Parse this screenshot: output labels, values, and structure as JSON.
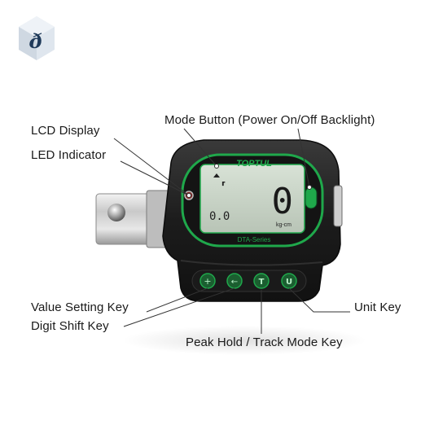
{
  "logo": {
    "icon": "hexagon-dl-logo"
  },
  "callouts": {
    "mode_button": "Mode Button (Power On/Off Backlight)",
    "lcd_display": "LCD Display",
    "led_indicator": "LED Indicator",
    "value_setting_key": "Value Setting Key",
    "digit_shift_key": "Digit Shift Key",
    "peak_hold_key": "Peak Hold / Track Mode Key",
    "unit_key": "Unit Key"
  },
  "device": {
    "brand": "TOPTUL",
    "series": "DTA-Series",
    "readout": "0",
    "unit": "kg-cm",
    "bottom_left_reading": "0.0",
    "colors": {
      "body": "#1e1e1e",
      "accent": "#1fa84b",
      "lcd": "#c9d4c8"
    }
  }
}
